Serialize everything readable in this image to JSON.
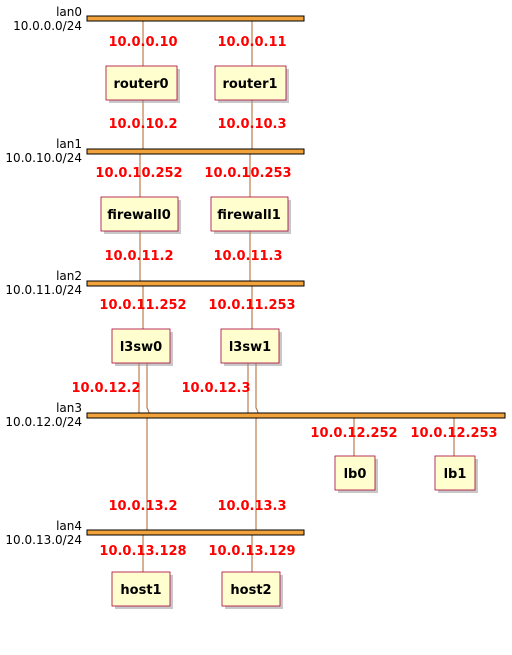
{
  "colors": {
    "bus_fill": "#f1a23a",
    "link": "#b0622a",
    "address": "#ff0000",
    "node_fill": "#fefece"
  },
  "networks": [
    {
      "id": "lan0",
      "name": "lan0",
      "cidr": "10.0.0.0/24"
    },
    {
      "id": "lan1",
      "name": "lan1",
      "cidr": "10.0.10.0/24"
    },
    {
      "id": "lan2",
      "name": "lan2",
      "cidr": "10.0.11.0/24"
    },
    {
      "id": "lan3",
      "name": "lan3",
      "cidr": "10.0.12.0/24"
    },
    {
      "id": "lan4",
      "name": "lan4",
      "cidr": "10.0.13.0/24"
    }
  ],
  "nodes": [
    {
      "id": "router0",
      "label": "router0"
    },
    {
      "id": "router1",
      "label": "router1"
    },
    {
      "id": "firewall0",
      "label": "firewall0"
    },
    {
      "id": "firewall1",
      "label": "firewall1"
    },
    {
      "id": "l3sw0",
      "label": "l3sw0"
    },
    {
      "id": "l3sw1",
      "label": "l3sw1"
    },
    {
      "id": "lb0",
      "label": "lb0"
    },
    {
      "id": "lb1",
      "label": "lb1"
    },
    {
      "id": "host1",
      "label": "host1"
    },
    {
      "id": "host2",
      "label": "host2"
    }
  ],
  "addresses": [
    {
      "id": "router0_lan0",
      "text": "10.0.0.10"
    },
    {
      "id": "router1_lan0",
      "text": "10.0.0.11"
    },
    {
      "id": "router0_lan1",
      "text": "10.0.10.2"
    },
    {
      "id": "router1_lan1",
      "text": "10.0.10.3"
    },
    {
      "id": "firewall0_lan1",
      "text": "10.0.10.252"
    },
    {
      "id": "firewall1_lan1",
      "text": "10.0.10.253"
    },
    {
      "id": "firewall0_lan2",
      "text": "10.0.11.2"
    },
    {
      "id": "firewall1_lan2",
      "text": "10.0.11.3"
    },
    {
      "id": "l3sw0_lan2",
      "text": "10.0.11.252"
    },
    {
      "id": "l3sw1_lan2",
      "text": "10.0.11.253"
    },
    {
      "id": "l3sw0_lan3",
      "text": "10.0.12.2"
    },
    {
      "id": "l3sw1_lan3",
      "text": "10.0.12.3"
    },
    {
      "id": "lb0_lan3",
      "text": "10.0.12.252"
    },
    {
      "id": "lb1_lan3",
      "text": "10.0.12.253"
    },
    {
      "id": "l3sw0_lan4",
      "text": "10.0.13.2"
    },
    {
      "id": "l3sw1_lan4",
      "text": "10.0.13.3"
    },
    {
      "id": "host1_lan4",
      "text": "10.0.13.128"
    },
    {
      "id": "host2_lan4",
      "text": "10.0.13.129"
    }
  ]
}
